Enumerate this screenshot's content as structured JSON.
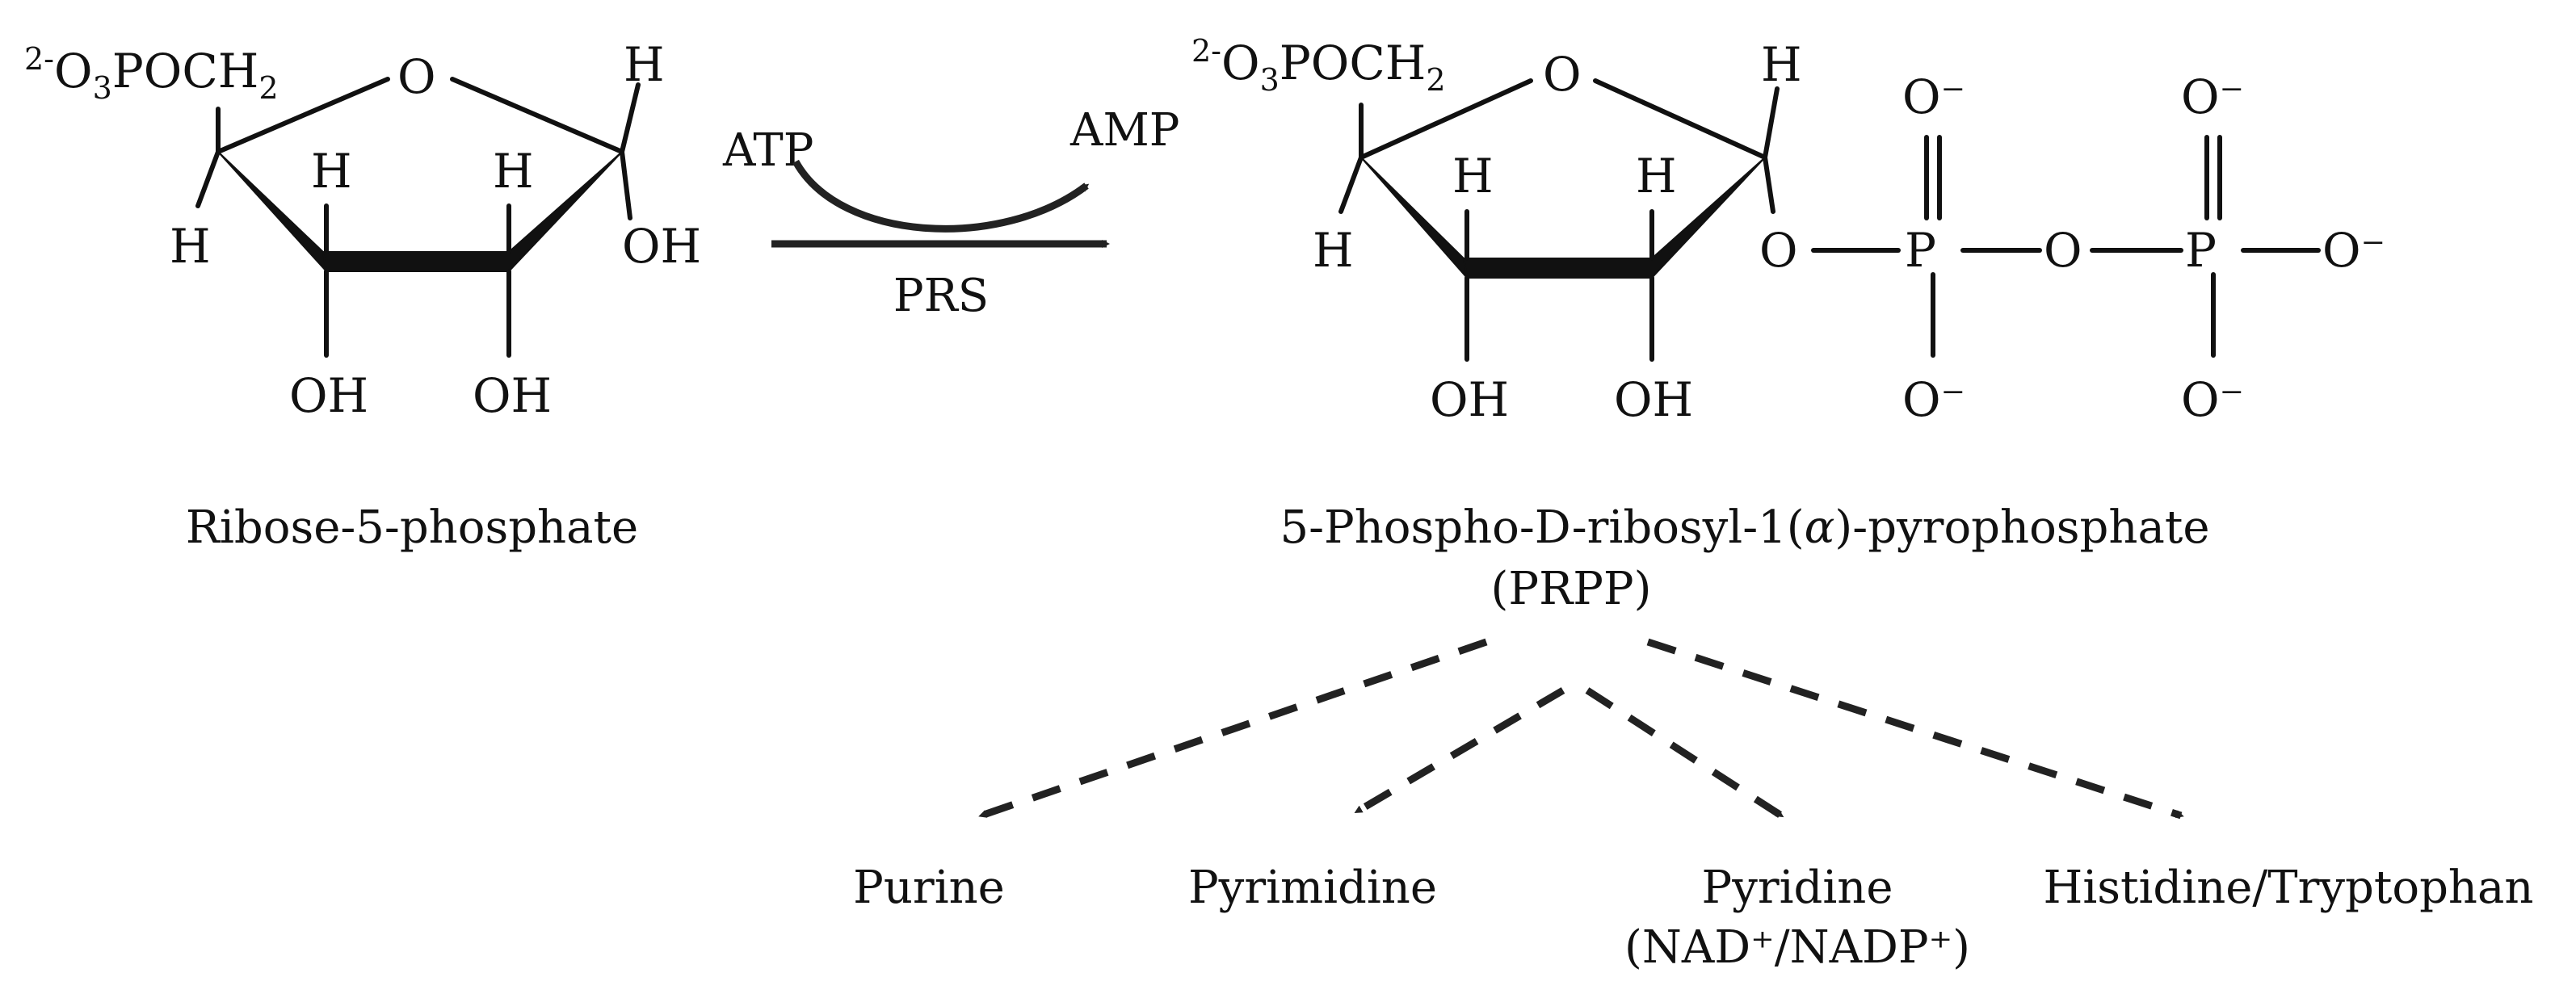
{
  "reactant": {
    "substituent": "2-O3POCH2",
    "substituent_parts": {
      "charge": "2-",
      "o": "O",
      "o_sub": "3",
      "poch": "POCH",
      "ch_sub": "2"
    },
    "ring_oxygen": "O",
    "h_c1": "H",
    "oh_c1": "OH",
    "h_c4": "H",
    "h_c3": "H",
    "h_c2": "H",
    "oh_c3": "OH",
    "oh_c2": "OH",
    "name": "Ribose-5-phosphate"
  },
  "reaction": {
    "cosubstrate": "ATP",
    "coproduct": "AMP",
    "enzyme": "PRS"
  },
  "product": {
    "substituent": "2-O3POCH2",
    "substituent_parts": {
      "charge": "2-",
      "o": "O",
      "o_sub": "3",
      "poch": "POCH",
      "ch_sub": "2"
    },
    "ring_oxygen": "O",
    "h_c1": "H",
    "h_c4": "H",
    "h_c3": "H",
    "h_c2": "H",
    "oh_c3": "OH",
    "oh_c2": "OH",
    "pyrophosphate": {
      "o_link": "O",
      "p1": "P",
      "p1_top": "O⁻",
      "p1_bottom": "O⁻",
      "o_bridge": "O",
      "p2": "P",
      "p2_top": "O⁻",
      "p2_right": "O⁻",
      "p2_bottom": "O⁻"
    },
    "name": "5-Phospho-D-ribosyl-1(α)-pyrophosphate",
    "name_parts": {
      "before": "5-Phospho-D-ribosyl-1(",
      "alpha": "α",
      "after": ")-pyrophosphate"
    },
    "abbreviation": "(PRPP)"
  },
  "pathways": [
    {
      "label": "Purine"
    },
    {
      "label": "Pyrimidine"
    },
    {
      "label": "Pyridine",
      "sublabel": "(NAD⁺/NADP⁺)"
    },
    {
      "label": "Histidine/Tryptophan"
    }
  ]
}
